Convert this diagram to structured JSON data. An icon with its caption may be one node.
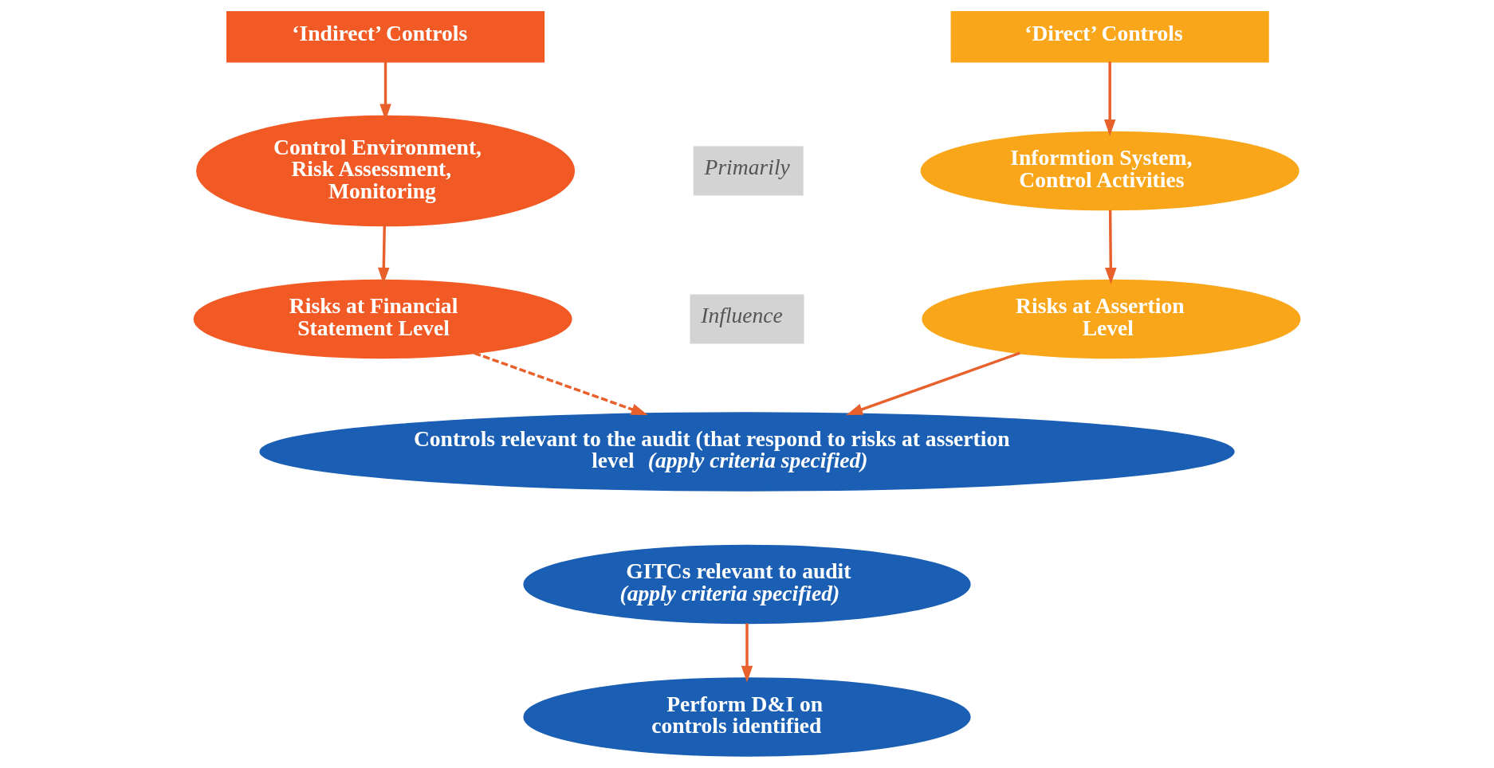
{
  "diagram": {
    "nodes": [
      {
        "text": [
          "‘Indirect’ Controls"
        ]
      },
      {
        "text": [
          "‘Direct’ Controls"
        ]
      },
      {
        "text": [
          "Control Environment, Risk Assessment, Monitoring"
        ]
      },
      {
        "text": [
          "Informtion System, Control Activities"
        ]
      },
      {
        "text": [
          "Risks at Financial Statement Level"
        ]
      },
      {
        "text": [
          "Risks at Assertion Level"
        ]
      },
      {
        "text": [
          "Controls relevant to the audit (that respond to risks at assertion level *(apply criteria specified)*"
        ]
      },
      {
        "text": [
          "GITCs relevant to audit *(apply criteria specified)*"
        ]
      },
      {
        "text": [
          "Perform D&I on controls identified"
        ]
      }
    ],
    "edges": [
      {
        "from": 0,
        "to": 2,
        "arrow": "to"
      },
      {
        "from": 2,
        "to": 4,
        "arrow": "to"
      },
      {
        "from": 1,
        "to": 3,
        "arrow": "to"
      },
      {
        "from": 3,
        "to": 5,
        "arrow": "to"
      },
      {
        "from": 4,
        "to": 6,
        "arrow": "to",
        "style": "dashed"
      },
      {
        "from": 5,
        "to": 6,
        "arrow": "to"
      },
      {
        "from": 7,
        "to": 8,
        "arrow": "to"
      }
    ],
    "labels": [
      "Primarily",
      "Influence"
    ]
  }
}
